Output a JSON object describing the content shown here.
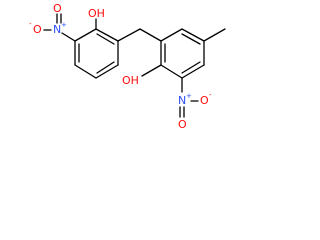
{
  "colors": {
    "bond": "#000000",
    "carbon_hydrogen_label": "#000000",
    "oxygen": "#ff0d0d",
    "nitrogen": "#3050f8"
  },
  "labels": {
    "oh_left": "OH",
    "oh_right": "OH",
    "nitro_left_n": "N",
    "nitro_left_o_top": "O",
    "nitro_left_o_side": "O",
    "nitro_right_n": "N",
    "nitro_right_o_side": "O",
    "nitro_right_o_bottom": "O",
    "plus": "+",
    "minus": "-"
  }
}
